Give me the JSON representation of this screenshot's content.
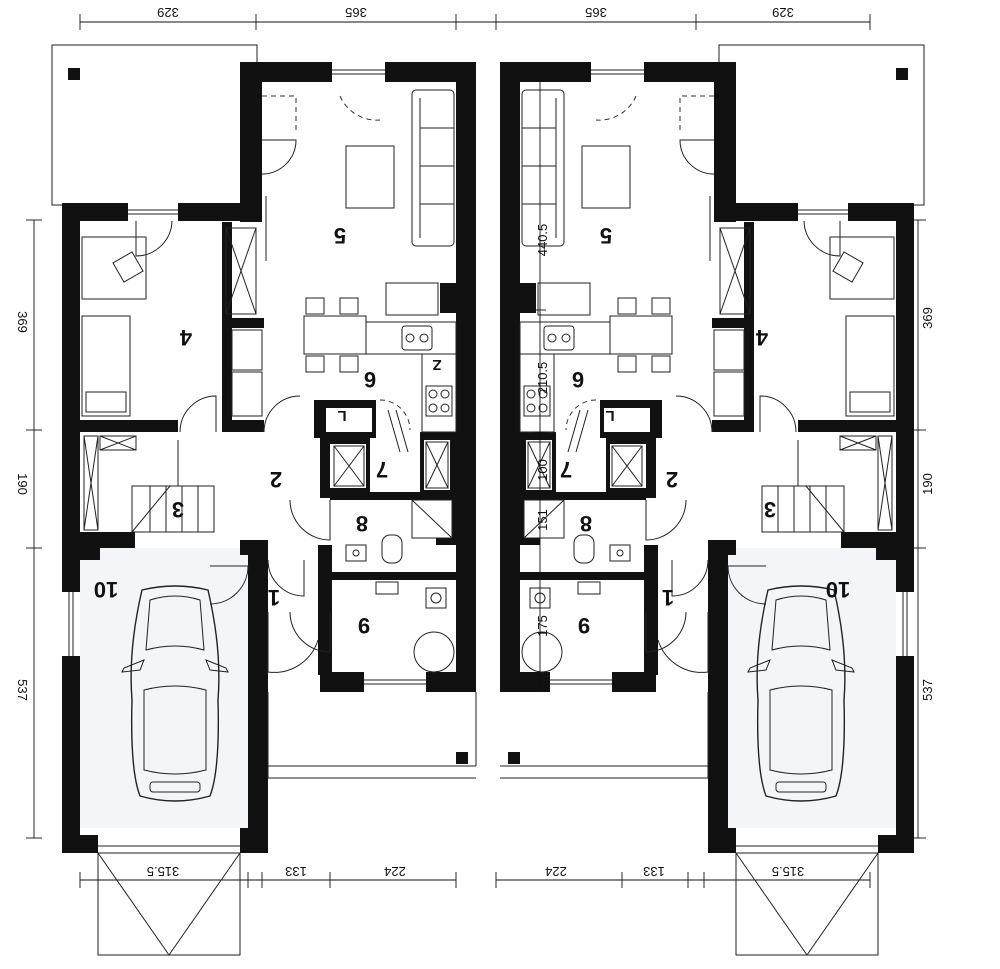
{
  "dimensions": {
    "top": [
      "329",
      "365",
      "365",
      "329"
    ],
    "side_left": [
      "369",
      "190",
      "537"
    ],
    "side_right": [
      "369",
      "190",
      "537"
    ],
    "bottom": [
      "315.5",
      "133",
      "224",
      "224",
      "133",
      "315.5"
    ],
    "inner": [
      "440.5",
      "210.5",
      "100",
      "151",
      "175"
    ]
  },
  "rooms": {
    "left": [
      "1",
      "2",
      "3",
      "4",
      "5",
      "6",
      "7",
      "8",
      "9",
      "10"
    ],
    "right": [
      "1",
      "2",
      "3",
      "4",
      "5",
      "6",
      "7",
      "8",
      "9",
      "10"
    ]
  },
  "appliance_marks": [
    "Z",
    "L"
  ]
}
